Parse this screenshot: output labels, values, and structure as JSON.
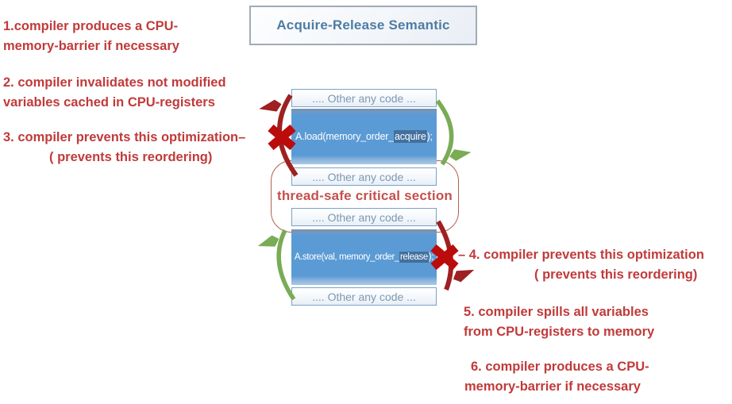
{
  "title": "Acquire-Release Semantic",
  "notes": {
    "n1": {
      "line1": "1.compiler produces a CPU-",
      "line2": "memory-barrier if necessary"
    },
    "n2": {
      "line1": "2. compiler invalidates not modified",
      "line2": "variables cached in CPU-registers"
    },
    "n3": {
      "line1": "3. compiler prevents this optimization–",
      "line2": "( prevents this reordering)"
    },
    "n4": {
      "line1": "– 4. compiler prevents this optimization",
      "line2": "( prevents this reordering)"
    },
    "n5": {
      "line1": "5. compiler spills all variables",
      "line2": "from CPU-registers to memory"
    },
    "n6": {
      "line1": "6. compiler produces a CPU-",
      "line2": "memory-barrier if necessary"
    }
  },
  "diagram": {
    "other_code_label": ".... Other any code ...",
    "load_instruction": {
      "prefix": "A.load(memory_order_",
      "highlight": "acquire",
      "suffix": ");"
    },
    "store_instruction": {
      "prefix": "A.store(val, memory_order_",
      "highlight": "release",
      "suffix": ");"
    },
    "critical_section_label": "thread-safe critical section"
  },
  "colors": {
    "note_red": "#c13a3a",
    "title_blue": "#4e7ca3",
    "box_blue": "#5b9bd5",
    "highlight_blue": "#44709e",
    "forbidden_arrow": "#9e2020",
    "allowed_arrow": "#7aab55",
    "x_mark": "#bb0b0b",
    "critical_border": "#b06050"
  }
}
